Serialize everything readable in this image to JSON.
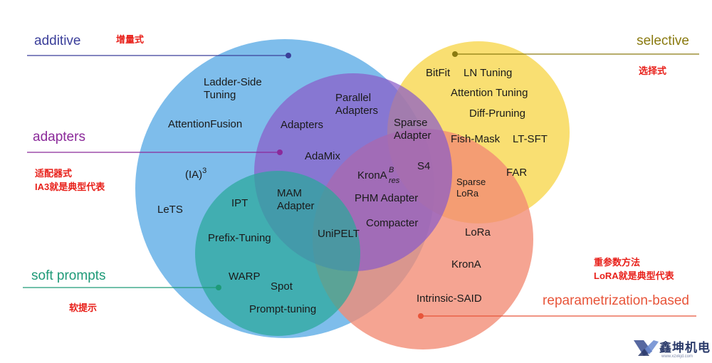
{
  "colors": {
    "additive": "#62aee6",
    "adapters": "#8b5cc8",
    "soft_prompts": "#2aa89a",
    "selective": "#f7d64a",
    "reparametrization": "#f28b73",
    "additive_text": "#3b3f9a",
    "adapters_text": "#8b2a9a",
    "soft_prompts_text": "#1e9a78",
    "selective_text": "#8a7a10",
    "reparametrization_text": "#e8553a",
    "note_text": "#e8201a"
  },
  "categories": {
    "additive": "additive",
    "adapters": "adapters",
    "soft_prompts": "soft prompts",
    "selective": "selective",
    "reparametrization": "reparametrization-based"
  },
  "notes": {
    "additive": "增量式",
    "selective": "选择式",
    "adapters_1": "适配器式",
    "adapters_2": "IA3就是典型代表",
    "soft_prompts": "软提示",
    "reparam_1": "重参数方法",
    "reparam_2": "LoRA就是典型代表"
  },
  "methods": {
    "ladder_side_1": "Ladder-Side",
    "ladder_side_2": "Tuning",
    "attention_fusion": "AttentionFusion",
    "ia3_base": "(IA)",
    "ia3_sup": "3",
    "lets": "LeTS",
    "parallel_1": "Parallel",
    "parallel_2": "Adapters",
    "adapters": "Adapters",
    "adamix": "AdaMix",
    "sparse_adapter_1": "Sparse",
    "sparse_adapter_2": "Adapter",
    "krona_base": "KronA",
    "krona_sup": "B",
    "krona_sub": "res",
    "s4": "S4",
    "mam_1": "MAM",
    "mam_2": "Adapter",
    "ipt": "IPT",
    "phm": "PHM Adapter",
    "compacter": "Compacter",
    "prefix_tuning": "Prefix-Tuning",
    "unipelt": "UniPELT",
    "warp": "WARP",
    "spot": "Spot",
    "prompt_tuning": "Prompt-tuning",
    "bitfit": "BitFit",
    "ln_tuning": "LN Tuning",
    "attention_tuning": "Attention Tuning",
    "diff_pruning": "Diff-Pruning",
    "fish_mask": "Fish-Mask",
    "lt_sft": "LT-SFT",
    "far": "FAR",
    "sparse_lora_1": "Sparse",
    "sparse_lora_2": "LoRa",
    "lora": "LoRa",
    "krona": "KronA",
    "intrinsic_said": "Intrinsic-SAID"
  },
  "logo": {
    "icon": "xzx-logo-icon",
    "name": "鑫坤机电",
    "url": "www.xzxkjd.com"
  }
}
